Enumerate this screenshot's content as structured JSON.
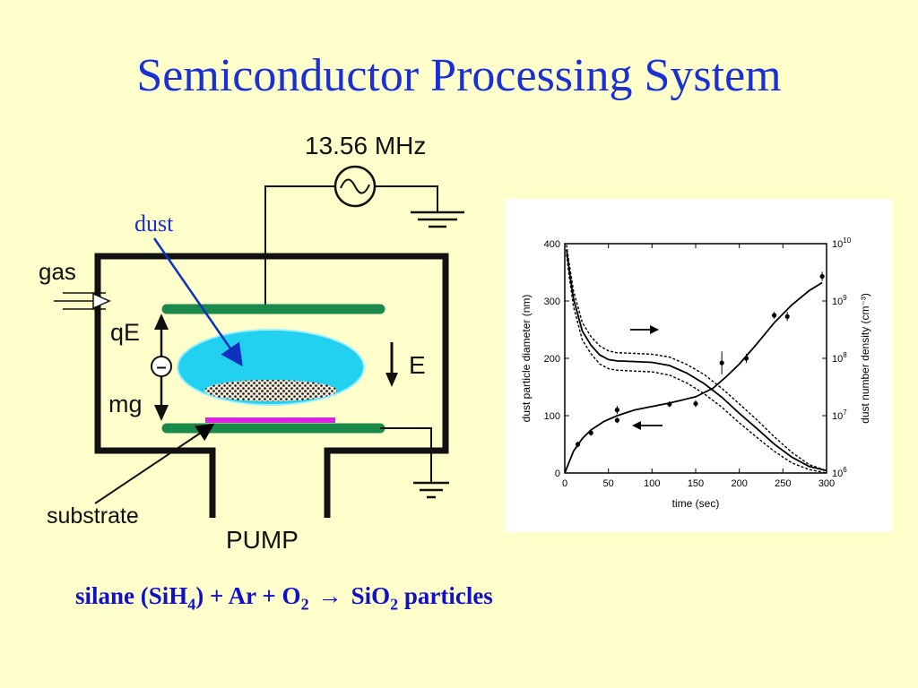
{
  "slide": {
    "title": "Semiconductor Processing System"
  },
  "diagram": {
    "rf_source_label": "13.56 MHz",
    "dust_label": "dust",
    "gas_label": "gas",
    "qe_label": "qE",
    "mg_label": "mg",
    "field_label": "E",
    "charge_symbol": "–",
    "substrate_label": "substrate",
    "pump_label": "PUMP",
    "colors": {
      "electrode": "#1a8a4a",
      "plasma": "#22d0f0",
      "substrate": "#e020e0",
      "annotation_arrow": "#1030c0",
      "dust_label": "#1a2fd6"
    }
  },
  "chart_data": {
    "type": "line",
    "xlabel": "time (sec)",
    "ylabel": "dust particle diameter (nm)",
    "y2label": "dust number density (cm⁻³)",
    "xlim": [
      0,
      300
    ],
    "ylim": [
      0,
      400
    ],
    "x_ticks": [
      0,
      50,
      100,
      150,
      200,
      250,
      300
    ],
    "y_ticks": [
      0,
      100,
      200,
      300,
      400
    ],
    "y2_scale": "log",
    "y2lim": [
      1000000,
      10000000000
    ],
    "y2_tick_labels": [
      {
        "value": 1000000,
        "base": "10",
        "exp": "6"
      },
      {
        "value": 10000000,
        "base": "10",
        "exp": "7"
      },
      {
        "value": 100000000,
        "base": "10",
        "exp": "8"
      },
      {
        "value": 1000000000,
        "base": "10",
        "exp": "9"
      },
      {
        "value": 10000000000,
        "base": "10",
        "exp": "10"
      }
    ],
    "series": [
      {
        "axis": "left",
        "style": "solid",
        "markers": true,
        "x": [
          0,
          10,
          20,
          30,
          45,
          60,
          80,
          100,
          120,
          150,
          170,
          185,
          200,
          220,
          240,
          260,
          280,
          295
        ],
        "y": [
          0,
          38,
          60,
          75,
          90,
          100,
          110,
          116,
          122,
          133,
          148,
          168,
          190,
          225,
          262,
          293,
          318,
          332
        ],
        "points": [
          {
            "x": 15,
            "y": 50,
            "err": 5
          },
          {
            "x": 30,
            "y": 70,
            "err": 5
          },
          {
            "x": 60,
            "y": 110,
            "err": 7
          },
          {
            "x": 60,
            "y": 92,
            "err": 5
          },
          {
            "x": 120,
            "y": 120,
            "err": 5
          },
          {
            "x": 150,
            "y": 121,
            "err": 6
          },
          {
            "x": 180,
            "y": 192,
            "err": 20
          },
          {
            "x": 208,
            "y": 200,
            "err": 8
          },
          {
            "x": 240,
            "y": 275,
            "err": 6
          },
          {
            "x": 255,
            "y": 273,
            "err": 8
          },
          {
            "x": 295,
            "y": 343,
            "err": 8
          }
        ]
      },
      {
        "axis": "right",
        "style": "solid",
        "markers": false,
        "x": [
          2,
          5,
          10,
          20,
          30,
          40,
          50,
          60,
          80,
          100,
          120,
          140,
          160,
          180,
          200,
          220,
          240,
          260,
          280,
          300
        ],
        "y": [
          8000000000,
          3500000000,
          1100000000,
          300000000,
          170000000,
          115000000,
          95000000,
          90000000,
          88000000,
          85000000,
          75000000,
          55000000,
          36000000,
          21000000,
          11000000,
          6000000,
          3200000,
          1900000,
          1300000,
          1100000
        ]
      },
      {
        "axis": "right",
        "style": "dashed",
        "markers": false,
        "x": [
          2,
          5,
          10,
          20,
          30,
          40,
          50,
          60,
          80,
          100,
          120,
          140,
          160,
          180,
          200,
          220,
          240,
          260,
          280,
          300
        ],
        "y": [
          9500000000,
          4500000000,
          1500000000,
          420000000,
          240000000,
          165000000,
          135000000,
          125000000,
          122000000,
          118000000,
          105000000,
          78000000,
          52000000,
          30000000,
          16000000,
          8500000,
          4300000,
          2300000,
          1400000,
          1100000
        ]
      },
      {
        "axis": "right",
        "style": "dashed",
        "markers": false,
        "x": [
          2,
          5,
          10,
          20,
          30,
          40,
          50,
          60,
          80,
          100,
          120,
          140,
          160,
          180,
          200,
          220,
          240,
          260,
          280,
          300
        ],
        "y": [
          6500000000,
          2700000000,
          800000000,
          210000000,
          120000000,
          80000000,
          66000000,
          62000000,
          60000000,
          58000000,
          51000000,
          37000000,
          24000000,
          14000000,
          7500000,
          4200000,
          2400000,
          1500000,
          1150000,
          1000000
        ]
      }
    ]
  },
  "equation": {
    "silane": "silane (SiH",
    "silane_sub": "4",
    "plus_ar_o": ") + Ar + O",
    "o_sub": "2",
    "arrow": "→",
    "sio": "SiO",
    "sio_sub": "2",
    "particles": " particles"
  }
}
